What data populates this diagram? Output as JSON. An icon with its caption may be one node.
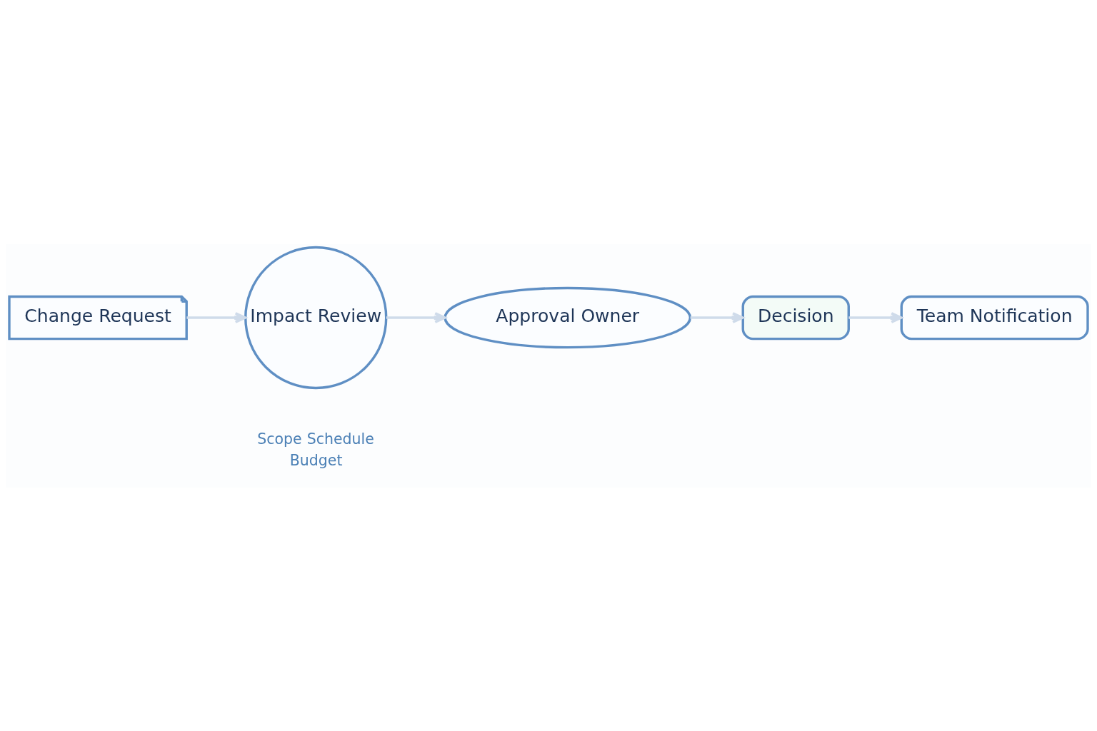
{
  "diagram": {
    "nodes": [
      {
        "text": [
          "Change Request"
        ]
      },
      {
        "text": [
          "Impact Review"
        ],
        "beside": [
          "Scope",
          "Schedule",
          "Budget"
        ]
      },
      {
        "text": [
          "Approval Owner"
        ]
      },
      {
        "text": [
          "Decision"
        ]
      },
      {
        "text": [
          "Team Notification"
        ]
      }
    ],
    "edges": [
      {
        "from": 0,
        "to": 1,
        "arrow": "to"
      },
      {
        "from": 1,
        "to": 2,
        "arrow": "to"
      },
      {
        "from": 2,
        "to": 3,
        "arrow": "to"
      },
      {
        "from": 3,
        "to": 4,
        "arrow": "to"
      }
    ]
  }
}
